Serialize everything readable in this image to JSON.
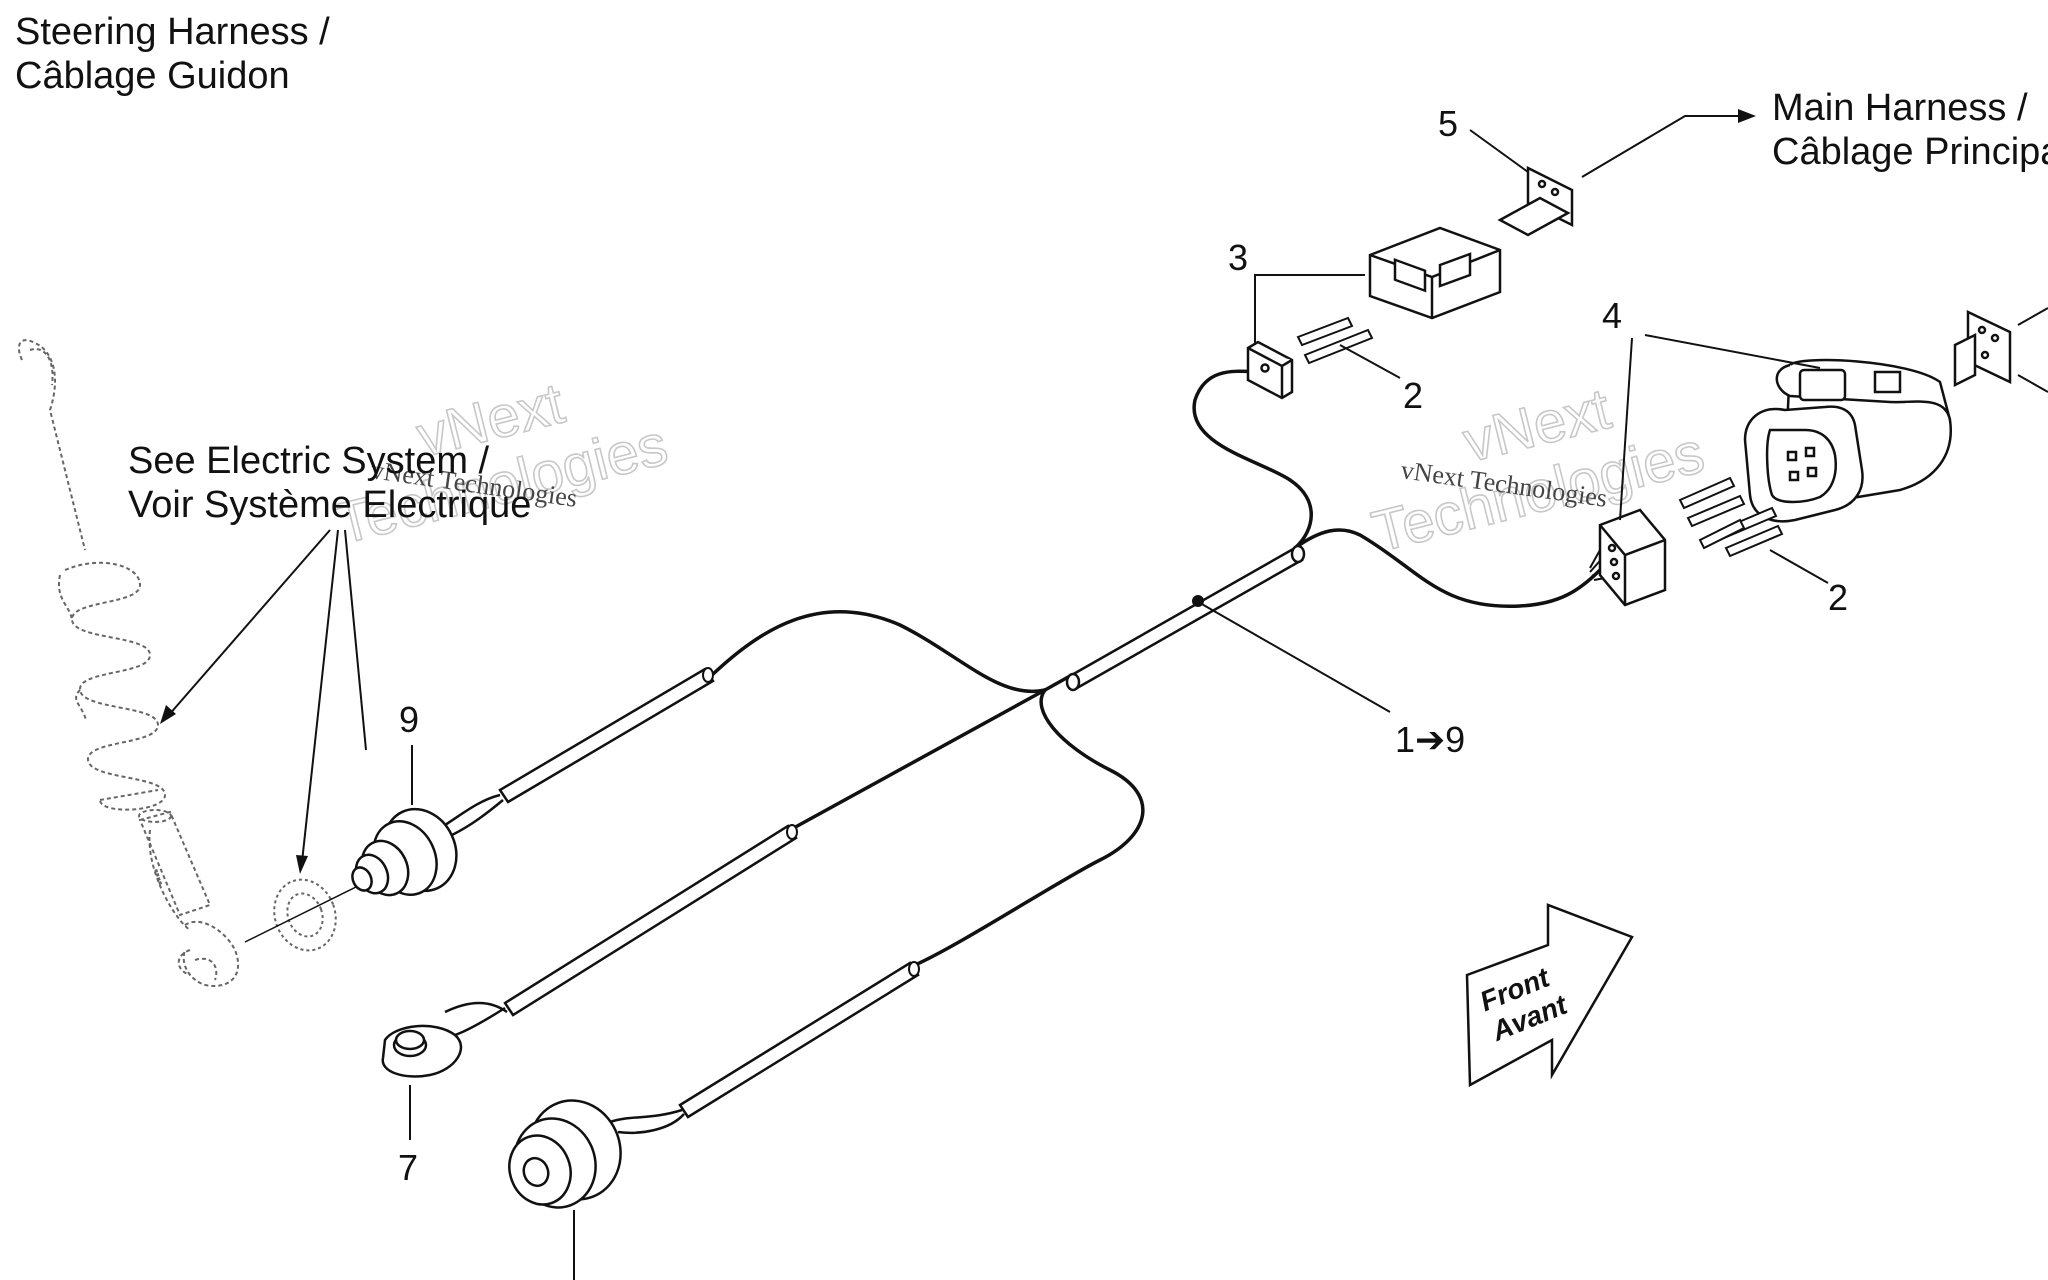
{
  "title": {
    "line1": "Steering Harness /",
    "line2": "Câblage Guidon"
  },
  "references": {
    "see_electric_line1": "See Electric System /",
    "see_electric_line2": "Voir Système Electrique",
    "main_harness_line1": "Main Harness /",
    "main_harness_line2": "Câblage Principal"
  },
  "callouts": {
    "c1": "1➔9",
    "c2a": "2",
    "c2b": "2",
    "c3": "3",
    "c4": "4",
    "c5": "5",
    "c7": "7",
    "c9": "9"
  },
  "direction": {
    "line1": "Front",
    "line2": "Avant"
  },
  "watermark": {
    "large1": "vNext",
    "large2": "Technologies",
    "small": "vNext Technologies"
  }
}
